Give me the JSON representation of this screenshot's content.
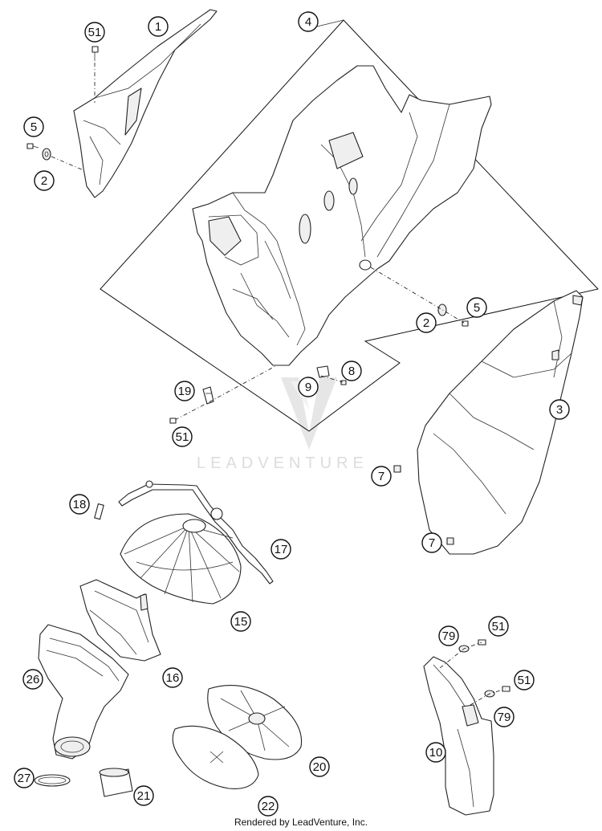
{
  "watermark": {
    "text": "LEADVENTURE"
  },
  "footer": {
    "text": "Rendered by LeadVenture, Inc."
  },
  "callouts": [
    "51",
    "1",
    "5",
    "2",
    "4",
    "5",
    "2",
    "8",
    "9",
    "19",
    "51",
    "3",
    "7",
    "7",
    "18",
    "17",
    "15",
    "16",
    "26",
    "79",
    "51",
    "51",
    "79",
    "10",
    "20",
    "27",
    "21",
    "22"
  ]
}
